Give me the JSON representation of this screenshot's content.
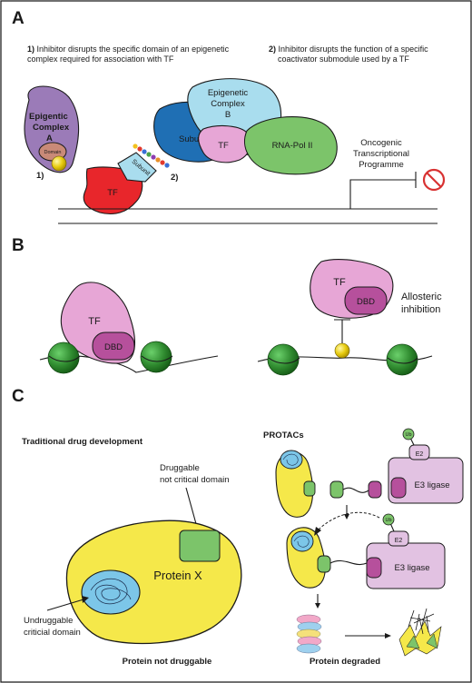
{
  "panels": {
    "a": "A",
    "b": "B",
    "c": "C"
  },
  "panel_a": {
    "caption1_num": "1)",
    "caption1_line1": "Inhibitor disrupts the specific domain of an epigenetic",
    "caption1_line2": "complex required for association with TF",
    "caption2_num": "2)",
    "caption2_line1": "Inhibitor disrupts the function of a specific",
    "caption2_line2": "coactivator submodule used by a TF",
    "complex_a_line1": "Epigentic",
    "complex_a_line2": "Complex",
    "complex_a_line3": "A",
    "domain": "Domain",
    "marker1": "1)",
    "tf_red": "TF",
    "subunit_small": "Subunit",
    "marker2": "2)",
    "subunit_blue": "Subunit",
    "complex_b_line1": "Epigenetic",
    "complex_b_line2": "Complex",
    "complex_b_line3": "B",
    "tf_pink": "TF",
    "rnapol": "RNA-Pol II",
    "prog_line1": "Oncogenic",
    "prog_line2": "Transcriptional",
    "prog_line3": "Programme"
  },
  "panel_b": {
    "left_tf": "TF",
    "left_dbd": "DBD",
    "right_tf": "TF",
    "right_dbd": "DBD",
    "allosteric_line1": "Allosteric",
    "allosteric_line2": "inhibition"
  },
  "panel_c": {
    "traditional_title": "Traditional drug development",
    "druggable_line1": "Druggable",
    "druggable_line2": "not critical domain",
    "protein_x": "Protein X",
    "undruggable_line1": "Undruggable",
    "undruggable_line2": "criticial domain",
    "not_druggable": "Protein not druggable",
    "protacs_title": "PROTACs",
    "ub1": "Ub",
    "e2_top": "E2",
    "e3_top": "E3 ligase",
    "ub2": "Ub",
    "e2_bottom": "E2",
    "e3_bottom": "E3 ligase",
    "degraded": "Protein degraded"
  },
  "colors": {
    "purple": "#9b7bb8",
    "yellow": "#f5e84a",
    "red": "#e8262b",
    "light_blue": "#a9ddee",
    "dark_blue": "#1f6fb4",
    "pink": "#e7a6d6",
    "green": "#7cc46a",
    "nucleosome": "#2f8a2f",
    "dbd": "#b6509c",
    "lilac": "#e2c2e2",
    "no_sign": "#d83232",
    "frame": "#222222"
  }
}
